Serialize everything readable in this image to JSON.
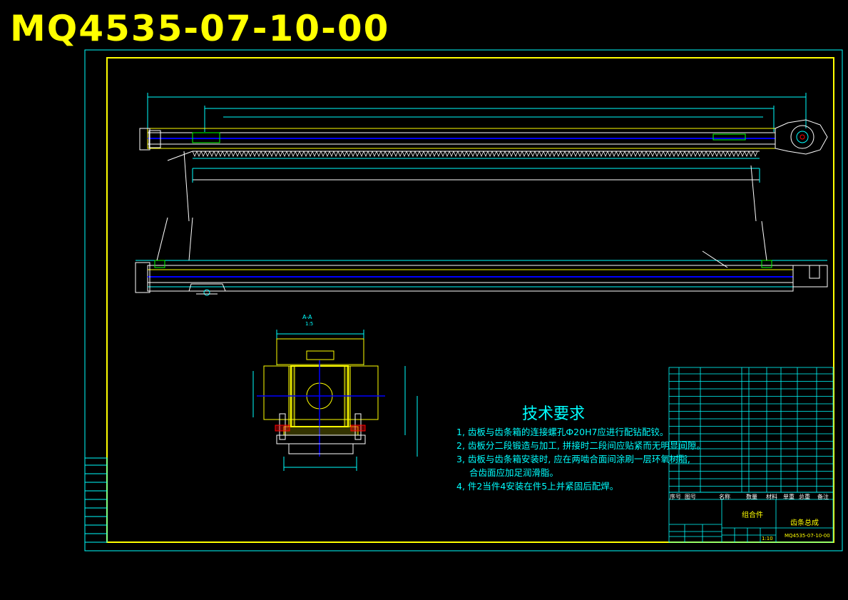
{
  "drawing_number_title": "MQ4535-07-10-00",
  "section_label": "A-A",
  "section_scale": "1:5",
  "tech_requirements": {
    "heading": "技术要求",
    "notes": [
      "1, 齿板与齿条箱的连接螺孔Ф20H7应进行配钻配铰。",
      "2, 齿板分二段锻造与加工, 拼接时二段间应贴紧而无明显间隙。",
      "3, 齿板与齿条箱安装时, 应在两啮合面间涂刷一层环氧树脂,",
      "合齿面应加足润滑脂。",
      "4, 件2当件4安装在件5上并紧固后配焊。"
    ]
  },
  "title_block": {
    "header": [
      "序号",
      "图号",
      "名称",
      "数量",
      "材料",
      "单重",
      "总重",
      "备注"
    ],
    "assembly_type": "组合件",
    "assembly_name": "齿条总成",
    "drawing_no": "MQ4535-07-10-00",
    "scale": "1:10"
  },
  "colors": {
    "background": "#000000",
    "frame": "#ffff00",
    "lines": "#00ffff",
    "title": "#ffff00",
    "accent_blue": "#0000ff",
    "accent_green": "#00ff00",
    "accent_red": "#ff0000"
  }
}
